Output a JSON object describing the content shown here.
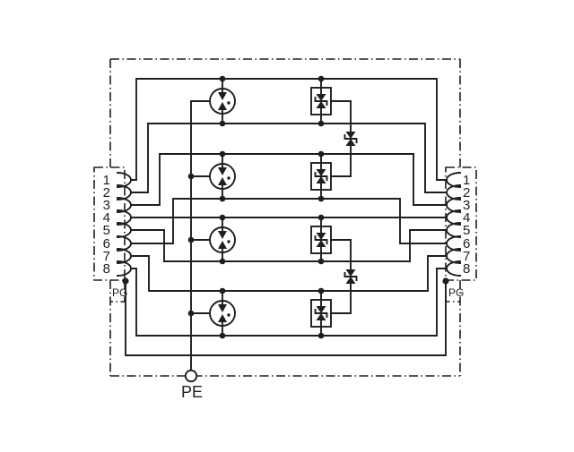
{
  "colors": {
    "line": "#1e1e1e",
    "background": "#ffffff"
  },
  "connectors": {
    "left": {
      "pins": [
        "1",
        "2",
        "3",
        "4",
        "5",
        "6",
        "7",
        "8"
      ],
      "shield_label": "PG"
    },
    "right": {
      "pins": [
        "1",
        "2",
        "3",
        "4",
        "5",
        "6",
        "7",
        "8"
      ],
      "shield_label": "PG"
    },
    "pin_count": 8
  },
  "earth": {
    "label": "PE"
  },
  "components": {
    "gas_discharge_tube_icon": "circle-with-opposing-arrows-and-dot",
    "tvs_suppressor_icon": "boxed-bidirectional-zener",
    "interpair_suppressor_icon": "bidirectional-zener",
    "gas_discharge_tubes": 4,
    "boxed_tvs_modules": 4,
    "interpair_tvs_diodes": 2,
    "protected_line_pairs": 4
  }
}
